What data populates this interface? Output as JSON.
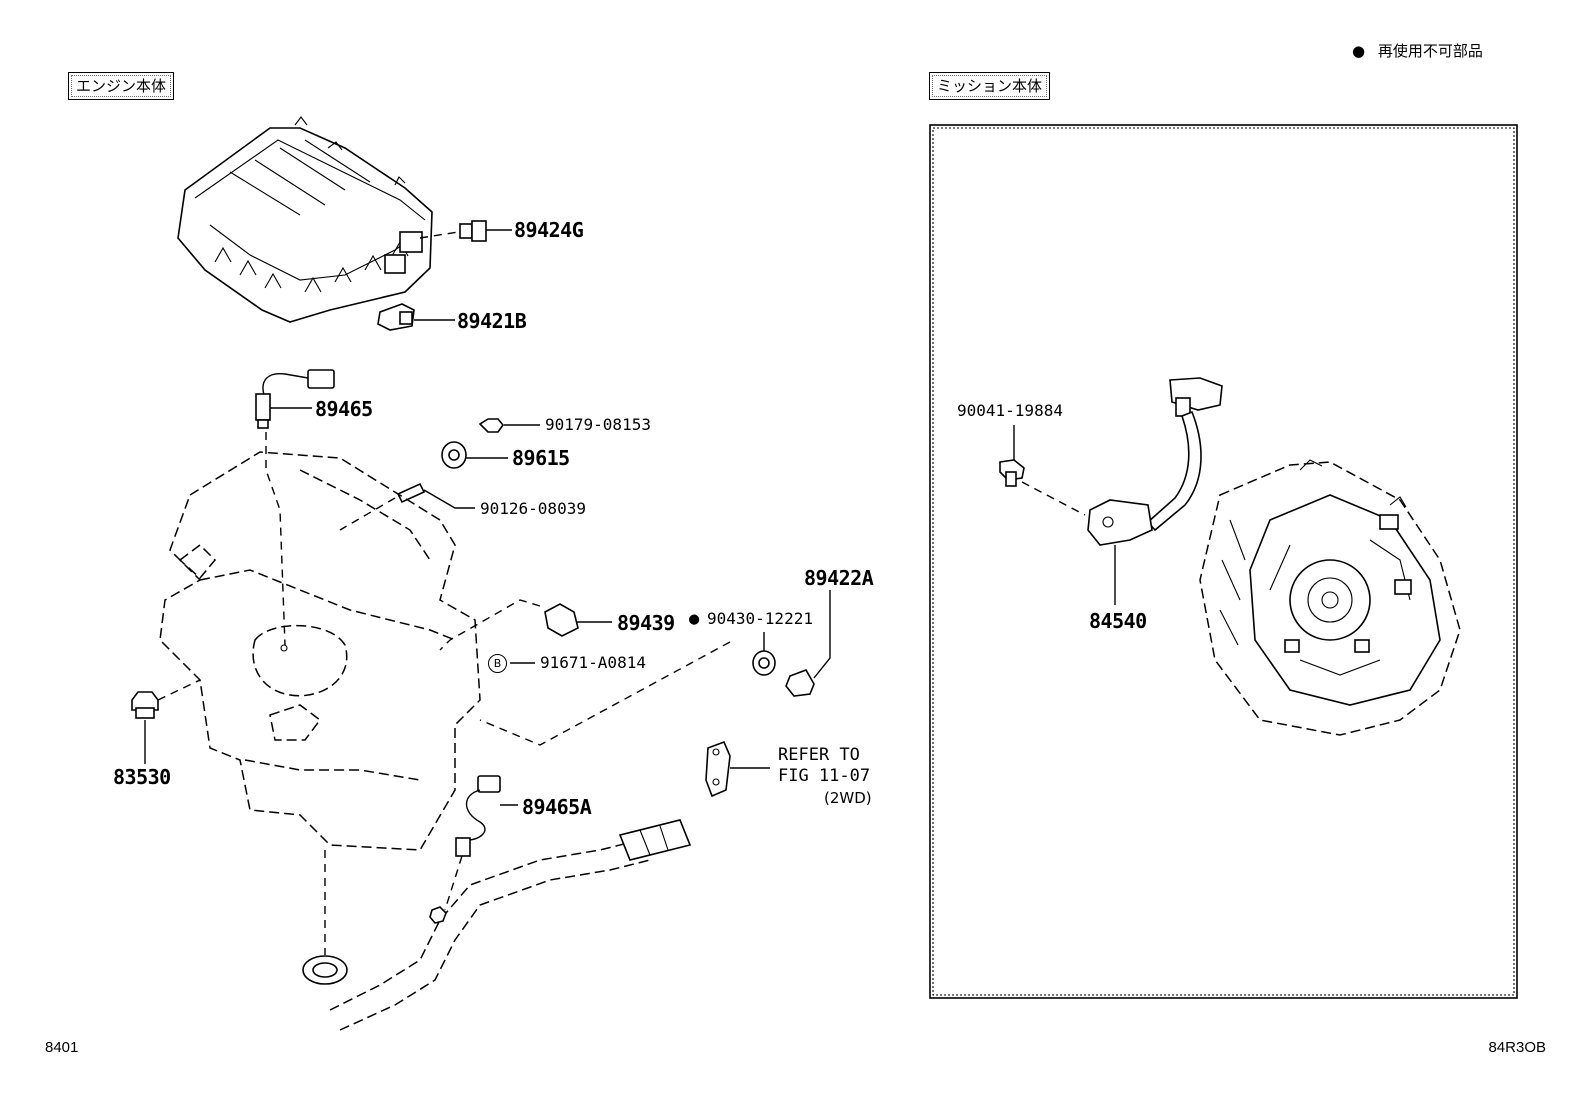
{
  "legend": {
    "bullet": "●",
    "text": "再使用不可部品"
  },
  "sections": {
    "engine": "エンジン本体",
    "transmission": "ミッション本体"
  },
  "parts": {
    "p89424G": "89424G",
    "p89421B": "89421B",
    "p89465": "89465",
    "p90179": "90179-08153",
    "p89615": "89615",
    "p90126": "90126-08039",
    "p89422A": "89422A",
    "p89439": "89439",
    "p90430_bullet": "●",
    "p90430": "90430-12221",
    "p91671_marker": "B",
    "p91671": "91671-A0814",
    "p83530": "83530",
    "p89465A": "89465A",
    "p90041": "90041-19884",
    "p84540": "84540"
  },
  "refer": {
    "line1": "REFER TO",
    "line2": "FIG 11-07",
    "line3": "(2WD)"
  },
  "footer": {
    "left": "8401",
    "right": "84R3OB"
  }
}
